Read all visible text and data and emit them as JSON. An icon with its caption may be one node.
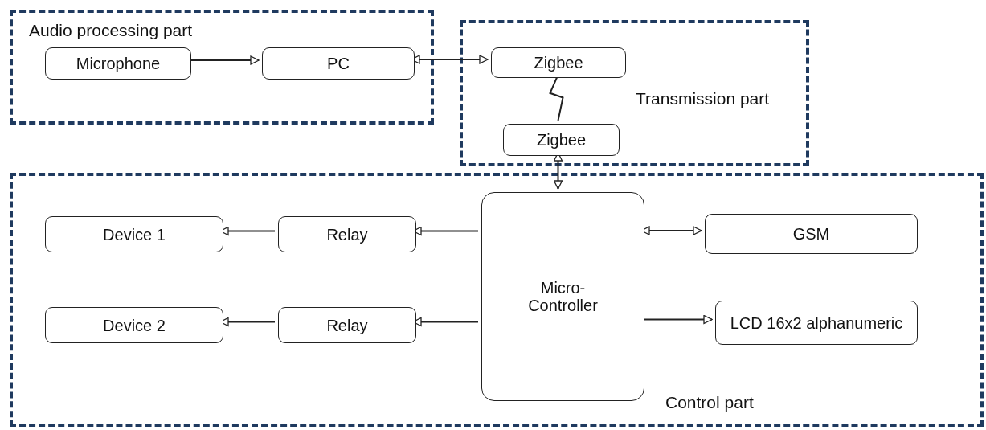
{
  "diagram": {
    "nodes": [
      {
        "text": [
          "Audio processing part"
        ]
      },
      {
        "text": [
          "Microphone"
        ],
        "in": 0
      },
      {
        "text": [
          "PC"
        ],
        "in": 0
      },
      {
        "text": [
          "Transmission part"
        ]
      },
      {
        "text": [
          "Zigbee"
        ],
        "in": 3
      },
      {
        "text": [
          "Zigbee"
        ],
        "in": 3
      },
      {
        "text": [
          "Control part"
        ]
      },
      {
        "text": [
          "Device 1"
        ],
        "in": 6
      },
      {
        "text": [
          "Relay"
        ],
        "in": 6
      },
      {
        "text": [
          "Device 2"
        ],
        "in": 6
      },
      {
        "text": [
          "Relay"
        ],
        "in": 6
      },
      {
        "text": [
          "Micro-Controller"
        ],
        "in": 6
      },
      {
        "text": [
          "GSM"
        ],
        "in": 6
      },
      {
        "text": [
          "LCD 16x2 alphanumeric"
        ],
        "in": 6
      }
    ],
    "edges": [
      {
        "from": 1,
        "to": 2,
        "arrow": "to"
      },
      {
        "from": 2,
        "to": 4,
        "arrow": "both"
      },
      {
        "from": 4,
        "to": 5,
        "arrow": "none"
      },
      {
        "from": 5,
        "to": 11,
        "arrow": "both"
      },
      {
        "from": 11,
        "to": 8,
        "arrow": "to"
      },
      {
        "from": 8,
        "to": 7,
        "arrow": "to"
      },
      {
        "from": 11,
        "to": 10,
        "arrow": "to"
      },
      {
        "from": 10,
        "to": 9,
        "arrow": "to"
      },
      {
        "from": 11,
        "to": 12,
        "arrow": "both"
      },
      {
        "from": 11,
        "to": 13,
        "arrow": "to"
      }
    ]
  }
}
